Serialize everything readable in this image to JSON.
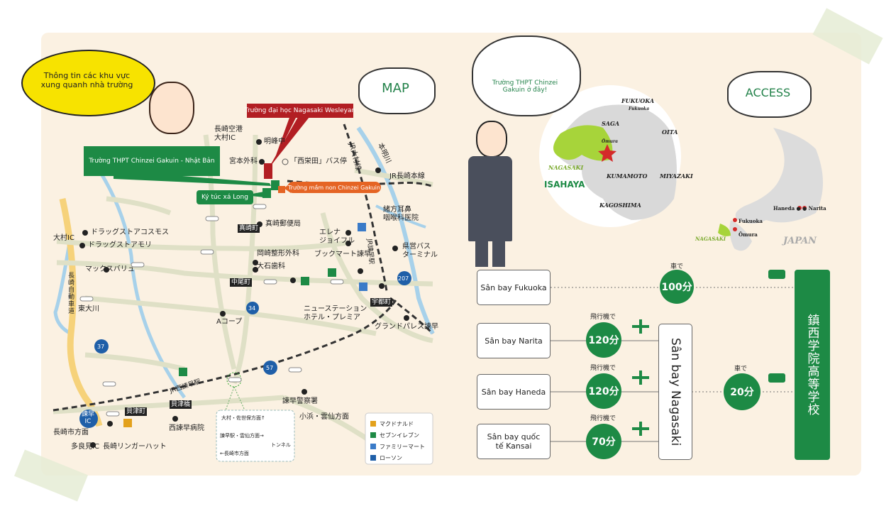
{
  "bubble_area_info": "Thông tin các khu vực xung quanh nhà trường",
  "cloud_map": "MAP",
  "cloud_access": "ACCESS",
  "cloud_school_here": "Trường THPT Chinzei Gakuin ở đây!",
  "ribbons": {
    "university": "Trường đại học Nagasaki Wesleyan",
    "school": "Trường THPT Chinzei Gakuin - Nhật Bản",
    "kindergarten": "Trường mầm non Chinzei Gakuin",
    "dormitory": "Ký túc xá Long"
  },
  "map_labels": {
    "airport_ic": "長崎空港\n大村IC",
    "meiho": "明峰中",
    "miyamoto": "宮本外科",
    "nishisakaeda": "「西栄田」バス停",
    "jr_omura": "JR大村線",
    "hon_myogawa": "本明川",
    "jr_nagasaki": "JR長崎本線",
    "ogata_ent": "緒方耳鼻\n咽喉科医院",
    "omura_ic": "大村IC",
    "drug_cosmos": "ドラッグストアコスモス",
    "drug_mori": "ドラッグストアモリ",
    "max_value": "マックスバリュ",
    "shinsaki_town": "真崎町",
    "shinsaki_post": "真崎郵便局",
    "elena": "エレナ\nジョイフル",
    "kenei_bus": "県営バス\nターミナル",
    "okazaki_ortho": "岡崎整形外科",
    "oishi_dental": "大石歯科",
    "bookmart": "ブックマート諫早",
    "jr_isahaya": "JR諫早駅",
    "nagasaki_expressway": "長崎自動車道",
    "higashi_omura": "東大川",
    "nakao_town": "中尾町",
    "route_34": "34",
    "route_207": "207",
    "a_co_op": "Aコープ",
    "new_station_hotel": "ニューステーション\nホテル・プレミア",
    "utsu_town": "宇都町",
    "grand_palace": "グランドパレス諫早",
    "route_37": "37",
    "route_57": "57",
    "jr_nishi_isahaya": "JR西諫早駅",
    "isahaya_police": "諫早警察署",
    "obama_unzen": "小浜・雲仙方面",
    "isahaya_ic": "諫早\nIC",
    "kaitsu_town": "貝津町",
    "kaitsu_bridge": "貝津橋",
    "nishi_isahaya_hospital": "西諫早病院",
    "nagasaki_city_dir": "長崎市方面",
    "tarami_ic": "多良見IC",
    "ringer_hut": "長崎リンガーハット",
    "inset_omura": "大村・佐世保方面↑",
    "inset_isahaya": "諫早駅・雲仙方面→",
    "inset_tunnel": "トンネル",
    "inset_nagasaki": "←長崎市方面"
  },
  "legend": [
    {
      "icon": "mcdonalds-icon",
      "label": "マクドナルド"
    },
    {
      "icon": "seven-eleven-icon",
      "label": "セブンイレブン"
    },
    {
      "icon": "familymart-icon",
      "label": "ファミリーマート"
    },
    {
      "icon": "lawson-icon",
      "label": "ローソン"
    }
  ],
  "kyushu_map": {
    "fukuoka": "FUKUOKA",
    "fukuoka_airport": "Fukuoka",
    "saga": "SAGA",
    "oita": "OITA",
    "omura": "Ōmura",
    "nagasaki": "NAGASAKI",
    "isahaya": "ISAHAYA",
    "kumamoto": "KUMAMOTO",
    "miyazaki": "MIYAZAKI",
    "kagoshima": "KAGOSHIMA"
  },
  "japan_map": {
    "haneda_narita": "Haneda ● ● Narita",
    "fukuoka": "Fukuoka",
    "omura": "Ōmura",
    "nagasaki": "NAGASAKI",
    "japan": "JAPAN"
  },
  "access": {
    "fukuoka_airport": "Sân bay Fukuoka",
    "narita_airport": "Sân bay Narita",
    "haneda_airport": "Sân bay Haneda",
    "kansai_airport": "Sân bay quốc\ntế Kansai",
    "nagasaki_airport": "Sân bay Nagasaki",
    "school_name": "鎮西学院高等学校",
    "by_car": "車で",
    "by_plane": "飛行機で",
    "car_100": "100分",
    "plane_120a": "120分",
    "plane_120b": "120分",
    "plane_70": "70分",
    "car_20": "20分"
  }
}
